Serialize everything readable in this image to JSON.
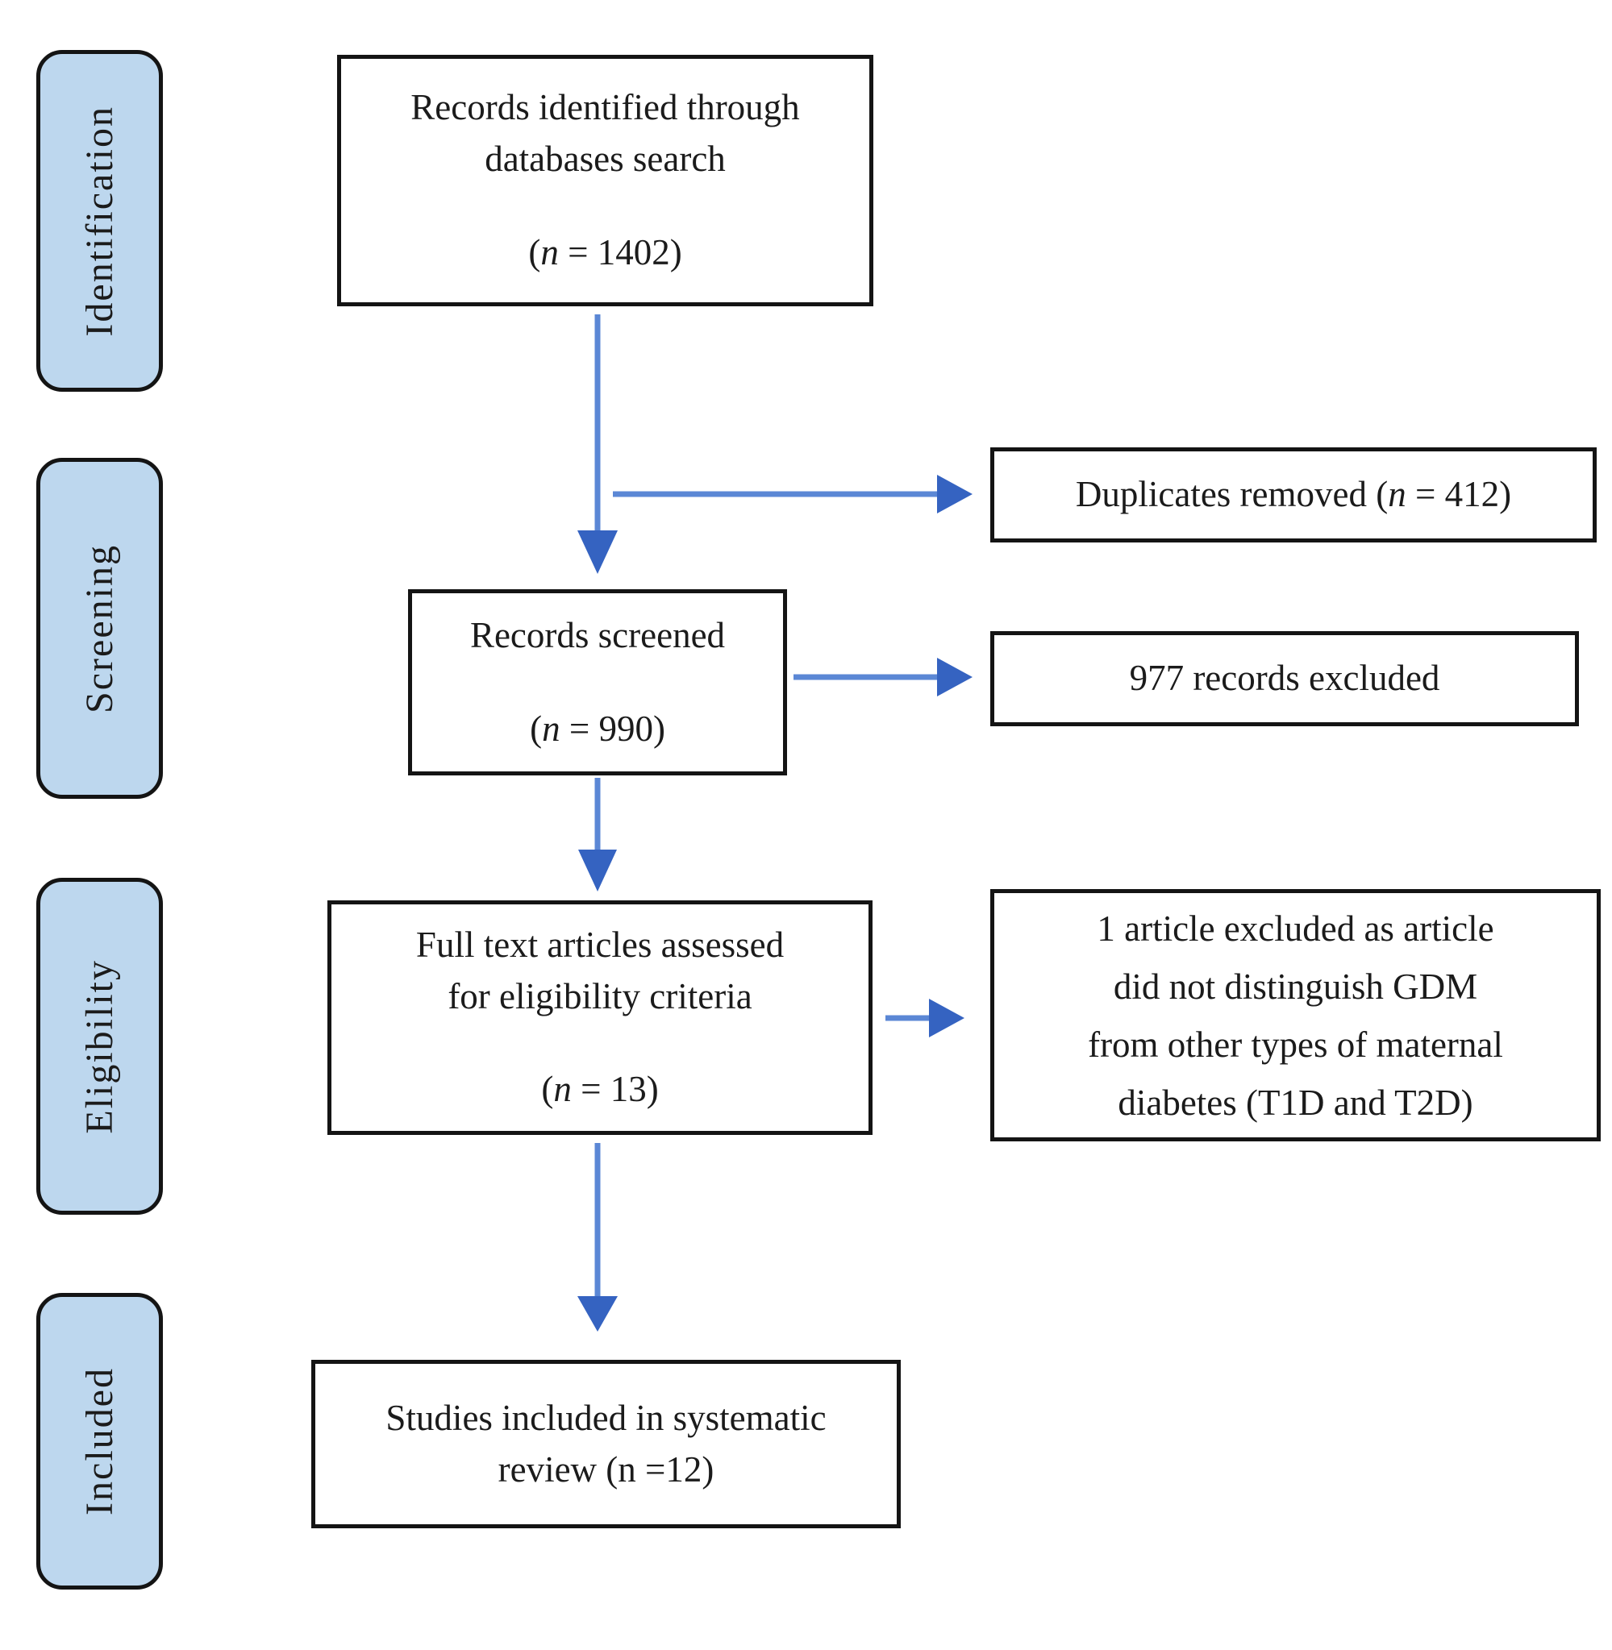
{
  "figure": {
    "type": "prisma-flow-diagram",
    "colors": {
      "stage_fill": "#BDD7EE",
      "stage_border": "#141414",
      "box_border": "#141414",
      "arrow_line": "#5B87D5",
      "arrow_head": "#3563C1",
      "text": "#1b1b1b",
      "background": "#ffffff"
    }
  },
  "stages": [
    {
      "label": "Identification"
    },
    {
      "label": "Screening"
    },
    {
      "label": "Eligibility"
    },
    {
      "label": "Included"
    }
  ],
  "boxes": {
    "identified": {
      "lines": [
        "Records identified through",
        "databases search"
      ],
      "count_prefix": "(",
      "count_var": "n",
      "count_suffix": " = 1402)"
    },
    "duplicates": {
      "prefix": "Duplicates removed (",
      "var": "n",
      "suffix": " = 412)"
    },
    "screened": {
      "line": "Records screened",
      "count_prefix": "(",
      "count_var": "n",
      "count_suffix": " = 990)"
    },
    "excluded_records": {
      "text": "977 records excluded"
    },
    "fulltext": {
      "lines": [
        "Full text articles assessed",
        "for eligibility criteria"
      ],
      "count_prefix": "(",
      "count_var": "n",
      "count_suffix": " = 13)"
    },
    "excluded_article": {
      "lines": [
        "1 article excluded as article",
        "did not distinguish GDM",
        "from other types of maternal",
        "diabetes (T1D and T2D)"
      ]
    },
    "included_studies": {
      "lines": [
        "Studies included in systematic",
        "review (n =12)"
      ]
    }
  }
}
